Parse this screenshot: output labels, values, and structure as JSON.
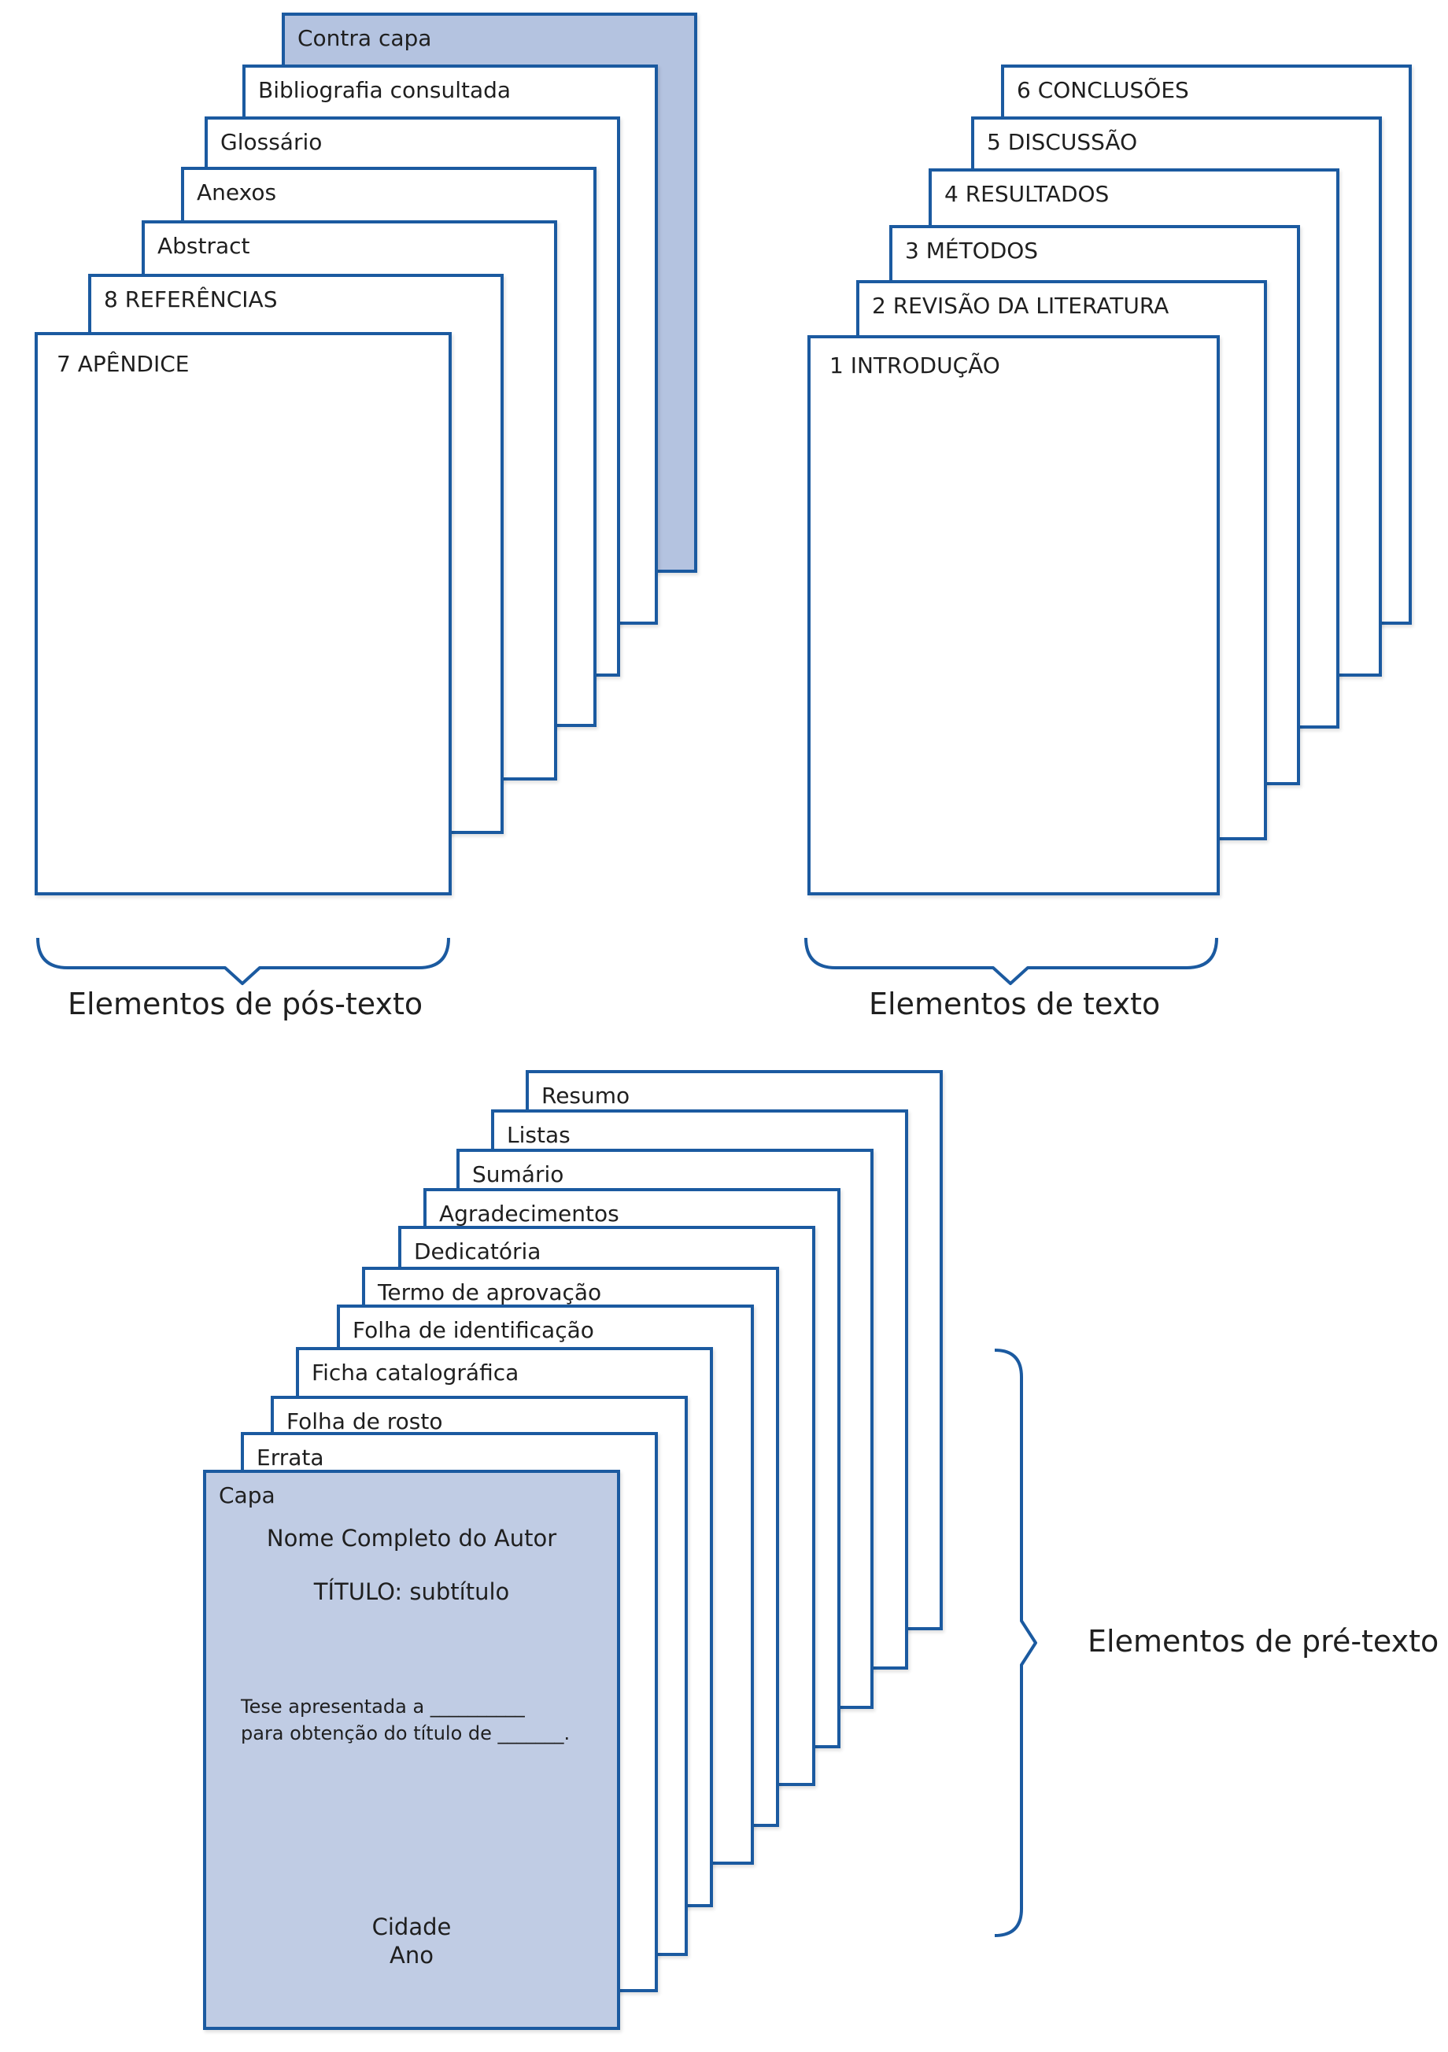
{
  "groups": {
    "pos_texto": {
      "label": "Elementos de pós-texto",
      "pages": [
        "Contra capa",
        "Bibliografia consultada",
        "Glossário",
        "Anexos",
        "Abstract",
        "8 REFERÊNCIAS",
        "7 APÊNDICE"
      ]
    },
    "texto": {
      "label": "Elementos de texto",
      "pages": [
        "6 CONCLUSÕES",
        "5 DISCUSSÃO",
        "4 RESULTADOS",
        "3 MÉTODOS",
        "2 REVISÃO DA LITERATURA",
        "1 INTRODUÇÃO"
      ]
    },
    "pre_texto": {
      "label": "Elementos de pré-texto",
      "pages": [
        "Resumo",
        "Listas",
        "Sumário",
        "Agradecimentos",
        "Dedicatória",
        "Termo de aprovação",
        "Folha de identificação",
        "Ficha catalográfica",
        "Folha de rosto",
        "Errata",
        "Capa"
      ]
    }
  },
  "cover": {
    "author": "Nome Completo do Autor",
    "title": "TÍTULO: subtítulo",
    "thesis_line1": "Tese  apresentada  a  __________",
    "thesis_line2": "para obtenção do título de _______.",
    "city": "Cidade",
    "year": "Ano"
  },
  "colors": {
    "stroke": "#1b5aa0",
    "fill_back_cover": "#b4c3e0",
    "fill_front_cover": "#c0cce4"
  }
}
